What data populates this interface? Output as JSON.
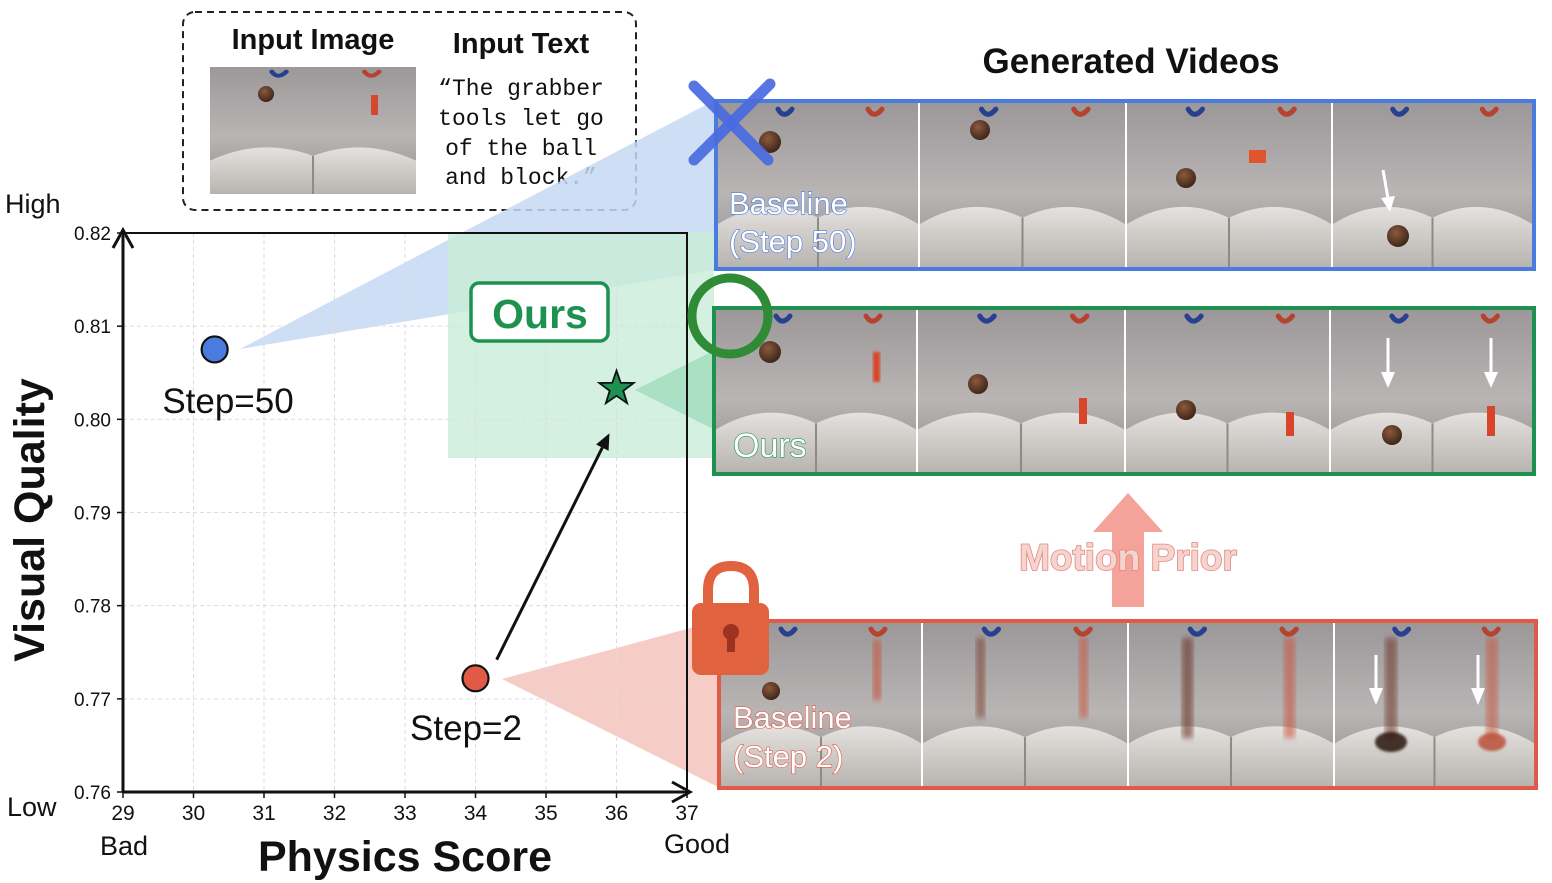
{
  "input_box": {
    "image_heading": "Input Image",
    "text_heading": "Input Text",
    "prompt_lines": [
      "“The grabber",
      "tools let go",
      "of the ball",
      "and block.”"
    ]
  },
  "videos_title": "Generated Videos",
  "rows": {
    "baseline50": {
      "label_line1": "Baseline",
      "label_line2": "(Step 50)",
      "color": "#4a7bdf",
      "mark": "cross-icon"
    },
    "ours": {
      "label_line1": "Ours",
      "color": "#1e9150",
      "mark": "circle-check-icon"
    },
    "baseline2": {
      "label_line1": "Baseline",
      "label_line2": "(Step 2)",
      "color": "#e05a47",
      "mark": "lock-icon"
    }
  },
  "motion_prior_label": "Motion Prior",
  "ours_callout": "Ours",
  "colors": {
    "blue": "#4a7bdf",
    "green": "#1e9150",
    "red": "#e05a47",
    "green_fill": "#c9ecd8",
    "blue_fill": "#c6d9f3",
    "red_fill": "#f5c6c0"
  },
  "chart_data": {
    "type": "scatter",
    "xlabel": "Physics Score",
    "ylabel": "Visual Quality",
    "xlim": [
      29,
      37
    ],
    "ylim": [
      0.76,
      0.82
    ],
    "x_ticks": [
      "29",
      "30",
      "31",
      "32",
      "33",
      "34",
      "35",
      "36",
      "37"
    ],
    "y_ticks": [
      "0.76",
      "0.77",
      "0.78",
      "0.79",
      "0.80",
      "0.81",
      "0.82"
    ],
    "x_low_label": "Bad",
    "x_high_label": "Good",
    "y_low_label": "Low",
    "y_high_label": "High",
    "grid": true,
    "points": [
      {
        "label": "Step=50",
        "x": 30.3,
        "y": 0.8075,
        "marker": "circle",
        "color": "#4a7bdf"
      },
      {
        "label": "Step=2",
        "x": 34.0,
        "y": 0.7722,
        "marker": "circle",
        "color": "#e05a47"
      },
      {
        "label": "",
        "x": 36.0,
        "y": 0.8033,
        "marker": "star",
        "color": "#1e9150"
      }
    ],
    "arrow": {
      "from_x": 34.3,
      "from_y": 0.7742,
      "to_x": 35.9,
      "to_y": 0.7985
    }
  }
}
